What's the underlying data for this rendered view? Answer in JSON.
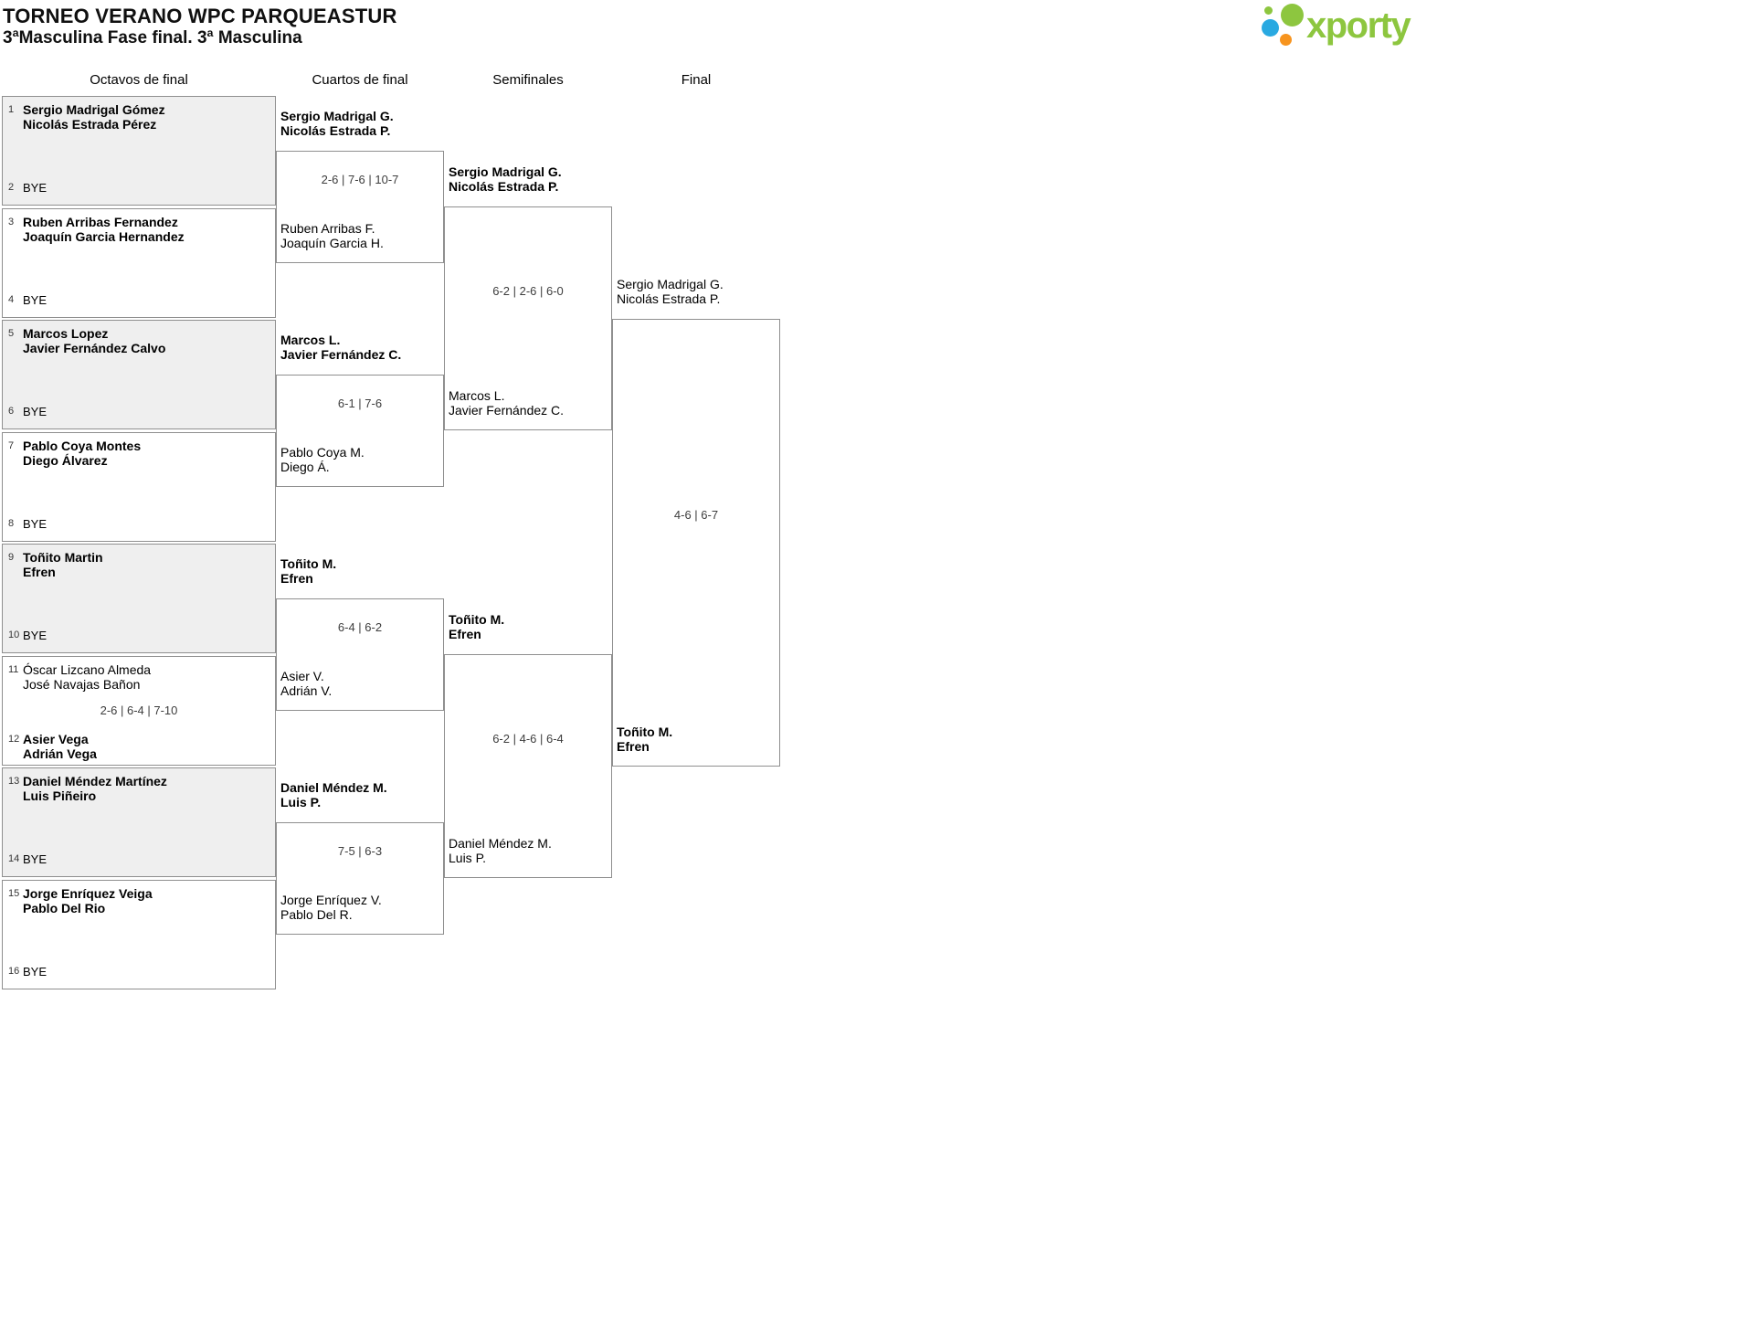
{
  "header": {
    "title": "TORNEO VERANO WPC PARQUEASTUR",
    "subtitle": "3ªMasculina Fase final. 3ª Masculina",
    "logo_text": "xporty"
  },
  "colors": {
    "brand_green": "#8dc63f",
    "logo_blue": "#29a9e1",
    "logo_orange": "#f7941e",
    "shaded_box": "#efefef",
    "box_border": "#8f8f8f"
  },
  "rounds": [
    {
      "label": "Octavos de final"
    },
    {
      "label": "Cuartos de final"
    },
    {
      "label": "Semifinales"
    },
    {
      "label": "Final"
    }
  ],
  "r16": [
    {
      "seedA": "1",
      "a1": "Sergio Madrigal Gómez",
      "a2": "Nicolás Estrada Pérez",
      "seedB": "2",
      "b": "BYE"
    },
    {
      "seedA": "3",
      "a1": "Ruben Arribas Fernandez",
      "a2": "Joaquín Garcia Hernandez",
      "seedB": "4",
      "b": "BYE"
    },
    {
      "seedA": "5",
      "a1": "Marcos Lopez",
      "a2": "Javier Fernández Calvo",
      "seedB": "6",
      "b": "BYE"
    },
    {
      "seedA": "7",
      "a1": "Pablo Coya Montes",
      "a2": "Diego Álvarez",
      "seedB": "8",
      "b": "BYE"
    },
    {
      "seedA": "9",
      "a1": "Toñito Martin",
      "a2": "Efren",
      "seedB": "10",
      "b": "BYE"
    },
    {
      "seedA": "11",
      "a1": "Óscar Lizcano Almeda",
      "a2": "José Navajas Bañon",
      "score": "2-6 | 6-4 | 7-10",
      "seedB": "12",
      "b1": "Asier Vega",
      "b2": "Adrián Vega"
    },
    {
      "seedA": "13",
      "a1": "Daniel Méndez Martínez",
      "a2": "Luis Piñeiro",
      "seedB": "14",
      "b": "BYE"
    },
    {
      "seedA": "15",
      "a1": "Jorge Enríquez Veiga",
      "a2": "Pablo Del Rio",
      "seedB": "16",
      "b": "BYE"
    }
  ],
  "qf": [
    {
      "top1": "Sergio Madrigal G.",
      "top2": "Nicolás Estrada P.",
      "score": "2-6 | 7-6 | 10-7",
      "bottom1": "Ruben Arribas F.",
      "bottom2": "Joaquín Garcia H."
    },
    {
      "top1": "Marcos L.",
      "top2": "Javier Fernández C.",
      "score": "6-1 | 7-6",
      "bottom1": "Pablo Coya M.",
      "bottom2": "Diego Á."
    },
    {
      "top1": "Toñito M.",
      "top2": "Efren",
      "score": "6-4 | 6-2",
      "bottom1": "Asier V.",
      "bottom2": "Adrián V."
    },
    {
      "top1": "Daniel Méndez M.",
      "top2": "Luis P.",
      "score": "7-5 | 6-3",
      "bottom1": "Jorge Enríquez V.",
      "bottom2": "Pablo Del R."
    }
  ],
  "sf": [
    {
      "top1": "Sergio Madrigal G.",
      "top2": "Nicolás Estrada P.",
      "score": "6-2 | 2-6 | 6-0",
      "bottom1": "Marcos L.",
      "bottom2": "Javier Fernández C."
    },
    {
      "top1": "Toñito M.",
      "top2": "Efren",
      "score": "6-2 | 4-6 | 6-4",
      "bottom1": "Daniel Méndez M.",
      "bottom2": "Luis P."
    }
  ],
  "final": {
    "top1": "Sergio Madrigal G.",
    "top2": "Nicolás Estrada P.",
    "score": "4-6 | 6-7",
    "bottom1": "Toñito M.",
    "bottom2": "Efren"
  }
}
